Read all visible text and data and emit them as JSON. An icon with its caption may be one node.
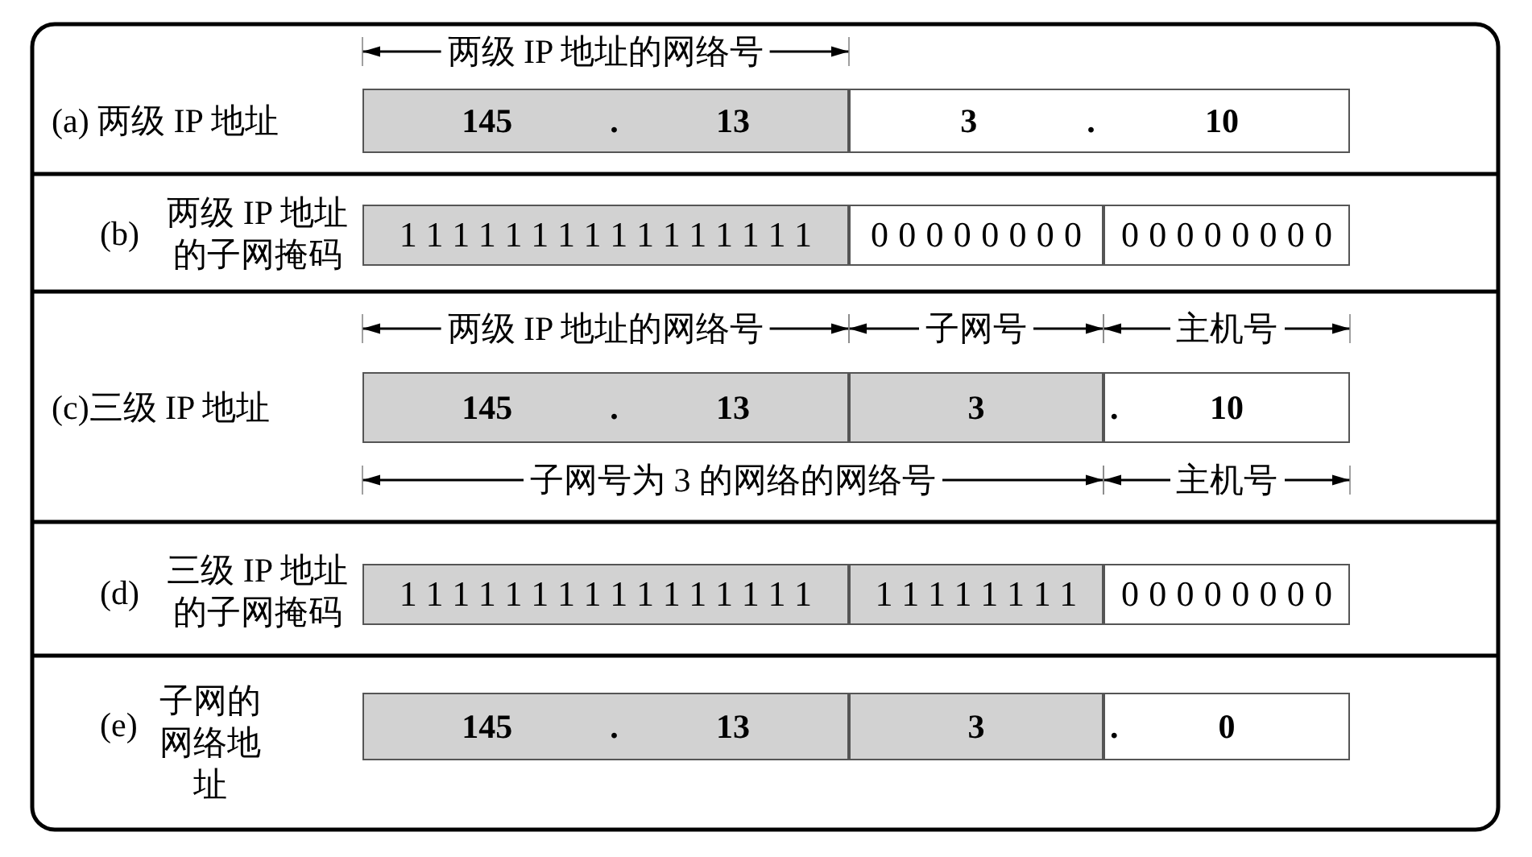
{
  "diagram": {
    "nodes": [
      {
        "text": [
          "145",
          ".",
          "13"
        ]
      },
      {
        "text": [
          "3",
          ".",
          "10"
        ]
      },
      {
        "text": [
          "1111111111111111"
        ]
      },
      {
        "text": [
          "00000000"
        ]
      },
      {
        "text": [
          "00000000"
        ]
      },
      {
        "text": [
          "145",
          ".",
          "13"
        ]
      },
      {
        "text": [
          "3"
        ]
      },
      {
        "text": [
          ".",
          "10"
        ]
      },
      {
        "text": [
          "1111111111111111"
        ]
      },
      {
        "text": [
          "11111111"
        ]
      },
      {
        "text": [
          "00000000"
        ]
      },
      {
        "text": [
          "145",
          ".",
          "13"
        ]
      },
      {
        "text": [
          "3"
        ]
      },
      {
        "text": [
          ".",
          "0"
        ]
      }
    ],
    "labels": [
      "两级 IP 地址的网络号",
      "(a) 两级 IP 地址",
      "(b)",
      "两级 IP 地址的子网掩码",
      "两级 IP 地址的网络号",
      "子网号",
      "主机号",
      "(c)三级 IP 地址",
      "子网号为 3 的网络的网络号",
      "主机号",
      "(d)",
      "三级 IP 地址的子网掩码",
      "(e)",
      "子网的网络地址"
    ]
  }
}
